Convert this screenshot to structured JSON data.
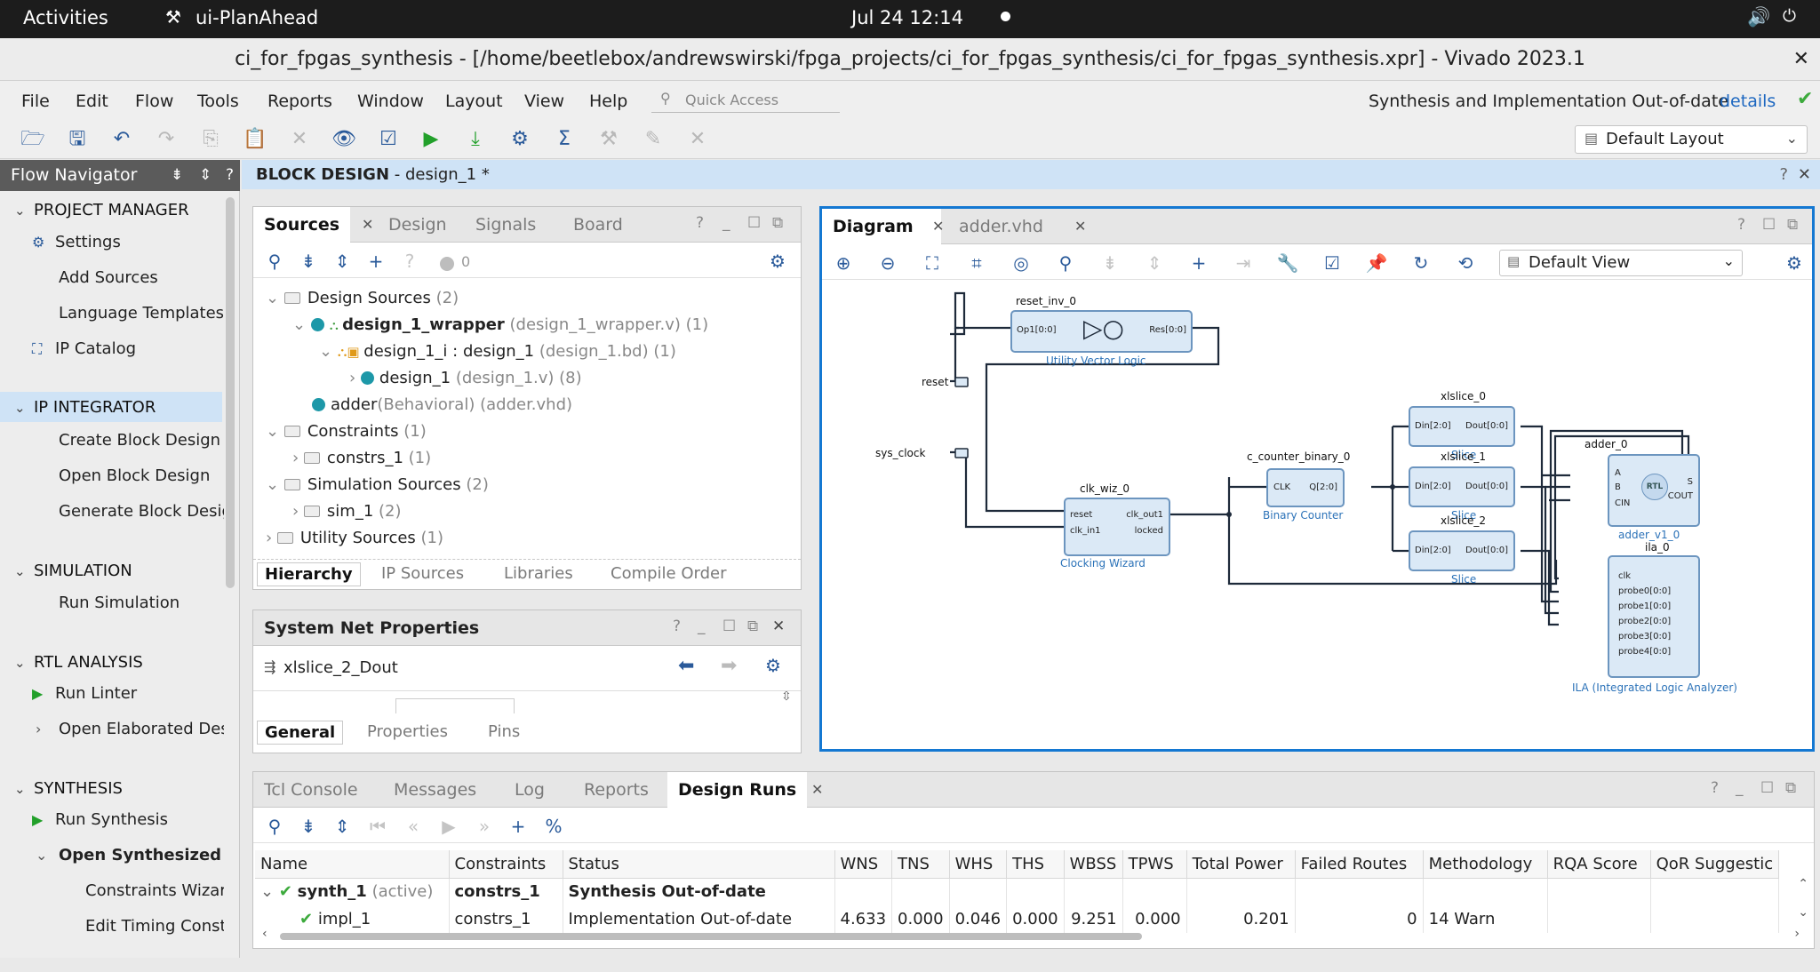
{
  "topbar": {
    "activities": "Activities",
    "app": "ui-PlanAhead",
    "clock": "Jul 24  12:14"
  },
  "window": {
    "title": "ci_for_fpgas_synthesis - [/home/beetlebox/andrewswirski/fpga_projects/ci_for_fpgas_synthesis/ci_for_fpgas_synthesis.xpr] - Vivado 2023.1"
  },
  "menu": {
    "items": [
      "File",
      "Edit",
      "Flow",
      "Tools",
      "Reports",
      "Window",
      "Layout",
      "View",
      "Help"
    ],
    "quick_access": "Quick Access",
    "status": "Synthesis and Implementation Out-of-date",
    "details": "details",
    "layout_select": "Default Layout"
  },
  "flow_nav": {
    "title": "Flow Navigator",
    "project_manager": {
      "title": "PROJECT MANAGER",
      "items": [
        "Settings",
        "Add Sources",
        "Language Templates",
        "IP Catalog"
      ]
    },
    "ip_integrator": {
      "title": "IP INTEGRATOR",
      "items": [
        "Create Block Design",
        "Open Block Design",
        "Generate Block Design"
      ]
    },
    "simulation": {
      "title": "SIMULATION",
      "items": [
        "Run Simulation"
      ]
    },
    "rtl_analysis": {
      "title": "RTL ANALYSIS",
      "items": [
        "Run Linter",
        "Open Elaborated Design"
      ]
    },
    "synthesis": {
      "title": "SYNTHESIS",
      "items": [
        "Run Synthesis",
        "Open Synthesized Design",
        "Constraints Wizard",
        "Edit Timing Constraints"
      ]
    }
  },
  "block_design": {
    "header_prefix": "BLOCK DESIGN",
    "header_name": " - design_1 *"
  },
  "sources": {
    "tabs": [
      "Sources",
      "Design",
      "Signals",
      "Board"
    ],
    "count": "0",
    "tree": {
      "design_sources": "Design Sources",
      "design_sources_count": "(2)",
      "wrapper": "design_1_wrapper",
      "wrapper_file": "(design_1_wrapper.v) (1)",
      "inst": "design_1_i : design_1",
      "inst_file": "(design_1.bd) (1)",
      "design": "design_1",
      "design_file": "(design_1.v) (8)",
      "adder": "adder",
      "adder_file": "(Behavioral) (adder.vhd)",
      "constraints": "Constraints",
      "constraints_count": "(1)",
      "constrs": "constrs_1",
      "constrs_count": "(1)",
      "sim_sources": "Simulation Sources",
      "sim_sources_count": "(2)",
      "sim": "sim_1",
      "sim_count": "(2)",
      "utility": "Utility Sources",
      "utility_count": "(1)"
    },
    "bottom_tabs": [
      "Hierarchy",
      "IP Sources",
      "Libraries",
      "Compile Order"
    ]
  },
  "net_props": {
    "title": "System Net Properties",
    "net": "xlslice_2_Dout",
    "tabs": [
      "General",
      "Properties",
      "Pins"
    ]
  },
  "diagram": {
    "tabs": [
      "Diagram",
      "adder.vhd"
    ],
    "view": "Default View",
    "blocks": {
      "reset_inv": {
        "name": "reset_inv_0",
        "sub": "Utility Vector Logic",
        "in": "Op1[0:0]",
        "out": "Res[0:0]"
      },
      "clk_wiz": {
        "name": "clk_wiz_0",
        "sub": "Clocking Wizard",
        "pins": [
          "reset",
          "clk_in1",
          "clk_out1",
          "locked"
        ]
      },
      "counter": {
        "name": "c_counter_binary_0",
        "sub": "Binary Counter",
        "pins": [
          "CLK",
          "Q[2:0]"
        ]
      },
      "xlslice0": {
        "name": "xlslice_0",
        "sub": "Slice",
        "in": "Din[2:0]",
        "out": "Dout[0:0]"
      },
      "xlslice1": {
        "name": "xlslice_1",
        "sub": "Slice",
        "in": "Din[2:0]",
        "out": "Dout[0:0]"
      },
      "xlslice2": {
        "name": "xlslice_2",
        "sub": "Slice",
        "in": "Din[2:0]",
        "out": "Dout[0:0]"
      },
      "adder": {
        "name": "adder_0",
        "sub": "adder_v1_0",
        "pins": [
          "A",
          "B",
          "CIN",
          "S",
          "COUT"
        ],
        "badge": "RTL"
      },
      "ila": {
        "name": "ila_0",
        "sub": "ILA (Integrated Logic Analyzer)",
        "pins": [
          "clk",
          "probe0[0:0]",
          "probe1[0:0]",
          "probe2[0:0]",
          "probe3[0:0]",
          "probe4[0:0]"
        ]
      }
    },
    "ports": [
      "reset",
      "sys_clock"
    ]
  },
  "runs": {
    "tabs": [
      "Tcl Console",
      "Messages",
      "Log",
      "Reports",
      "Design Runs"
    ],
    "columns": [
      "Name",
      "Constraints",
      "Status",
      "WNS",
      "TNS",
      "WHS",
      "THS",
      "WBSS",
      "TPWS",
      "Total Power",
      "Failed Routes",
      "Methodology",
      "RQA Score",
      "QoR Suggestic"
    ],
    "rows": [
      {
        "name": "synth_1",
        "tag": "(active)",
        "constraints": "constrs_1",
        "status": "Synthesis Out-of-date",
        "wns": "",
        "tns": "",
        "whs": "",
        "ths": "",
        "wbss": "",
        "tpws": "",
        "power": "",
        "failed": "",
        "method": "",
        "rqa": "",
        "qor": ""
      },
      {
        "name": "impl_1",
        "tag": "",
        "constraints": "constrs_1",
        "status": "Implementation Out-of-date",
        "wns": "4.633",
        "tns": "0.000",
        "whs": "0.046",
        "ths": "0.000",
        "wbss": "9.251",
        "tpws": "0.000",
        "power": "0.201",
        "failed": "0",
        "method": "14 Warn",
        "rqa": "",
        "qor": ""
      }
    ]
  }
}
